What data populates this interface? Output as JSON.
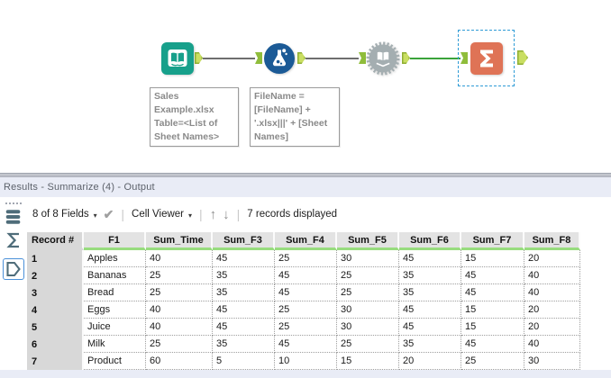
{
  "workflow": {
    "annotations": {
      "input": "Sales\nExample.xlsx\nTable=<List of\nSheet Names>",
      "formula": "FileName =\n[FileName] +\n'.xlsx|||' + [Sheet\nNames]"
    }
  },
  "icons": {
    "summarize_glyph": "Σ",
    "caret": "▾",
    "check": "✔",
    "up_arrow": "↑",
    "down_arrow": "↓",
    "separator": "|"
  },
  "results": {
    "title": "Results - Summarize (4) - Output",
    "toolbar": {
      "fields_dropdown": "8 of 8 Fields",
      "cell_viewer_dropdown": "Cell Viewer",
      "records_text": "7 records displayed"
    },
    "table": {
      "columns": [
        "Record #",
        "F1",
        "Sum_Time",
        "Sum_F3",
        "Sum_F4",
        "Sum_F5",
        "Sum_F6",
        "Sum_F7",
        "Sum_F8"
      ],
      "rows": [
        [
          "1",
          "Apples",
          "40",
          "45",
          "25",
          "30",
          "45",
          "15",
          "20"
        ],
        [
          "2",
          "Bananas",
          "25",
          "35",
          "45",
          "25",
          "35",
          "45",
          "40"
        ],
        [
          "3",
          "Bread",
          "25",
          "35",
          "45",
          "25",
          "35",
          "45",
          "40"
        ],
        [
          "4",
          "Eggs",
          "40",
          "45",
          "25",
          "30",
          "45",
          "15",
          "20"
        ],
        [
          "5",
          "Juice",
          "40",
          "45",
          "25",
          "30",
          "45",
          "15",
          "20"
        ],
        [
          "6",
          "Milk",
          "25",
          "35",
          "45",
          "25",
          "35",
          "45",
          "40"
        ],
        [
          "7",
          "Product",
          "60",
          "5",
          "10",
          "15",
          "20",
          "25",
          "30"
        ]
      ]
    }
  },
  "colors": {
    "input_tool": "#17a08b",
    "formula_tool": "#1b5a96",
    "macro_tool": "#a4aeb1",
    "summarize_tool": "#df7356",
    "selected_wire": "#3aa33a",
    "wire": "#6e6e6e",
    "anchor_out": "#c9de62",
    "anchor_in": "#8fbd3b",
    "selection": "#2e9bd6",
    "header_green": "#98dc7e",
    "panel_header_bg": "#e9ecf6"
  }
}
